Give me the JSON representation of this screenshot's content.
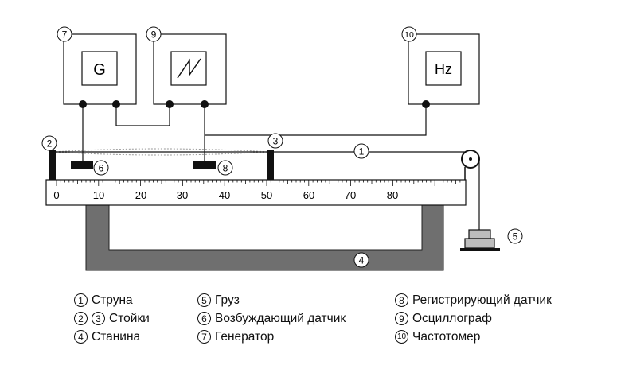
{
  "diagram": {
    "callouts": {
      "string": "1",
      "post_left": "2",
      "post_right": "3",
      "frame": "4",
      "weight": "5",
      "exciter": "6",
      "generator": "7",
      "detector": "8",
      "oscilloscope": "9",
      "frequency_meter": "10"
    },
    "generator_symbol": "G",
    "frequency_meter_symbol": "Hz",
    "ruler_ticks": [
      "0",
      "10",
      "20",
      "30",
      "40",
      "50",
      "60",
      "70",
      "80"
    ]
  },
  "legend": {
    "col1": [
      {
        "nums": [
          "1"
        ],
        "label": "Струна"
      },
      {
        "nums": [
          "2",
          "3"
        ],
        "label": "Стойки"
      },
      {
        "nums": [
          "4"
        ],
        "label": "Станина"
      }
    ],
    "col2": [
      {
        "nums": [
          "5"
        ],
        "label": "Груз"
      },
      {
        "nums": [
          "6"
        ],
        "label": "Возбуждающий датчик"
      },
      {
        "nums": [
          "7"
        ],
        "label": "Генератор"
      }
    ],
    "col3": [
      {
        "nums": [
          "8"
        ],
        "label": "Регистрирующий датчик"
      },
      {
        "nums": [
          "9"
        ],
        "label": "Осциллограф"
      },
      {
        "nums": [
          "10"
        ],
        "label": "Частотомер"
      }
    ]
  }
}
